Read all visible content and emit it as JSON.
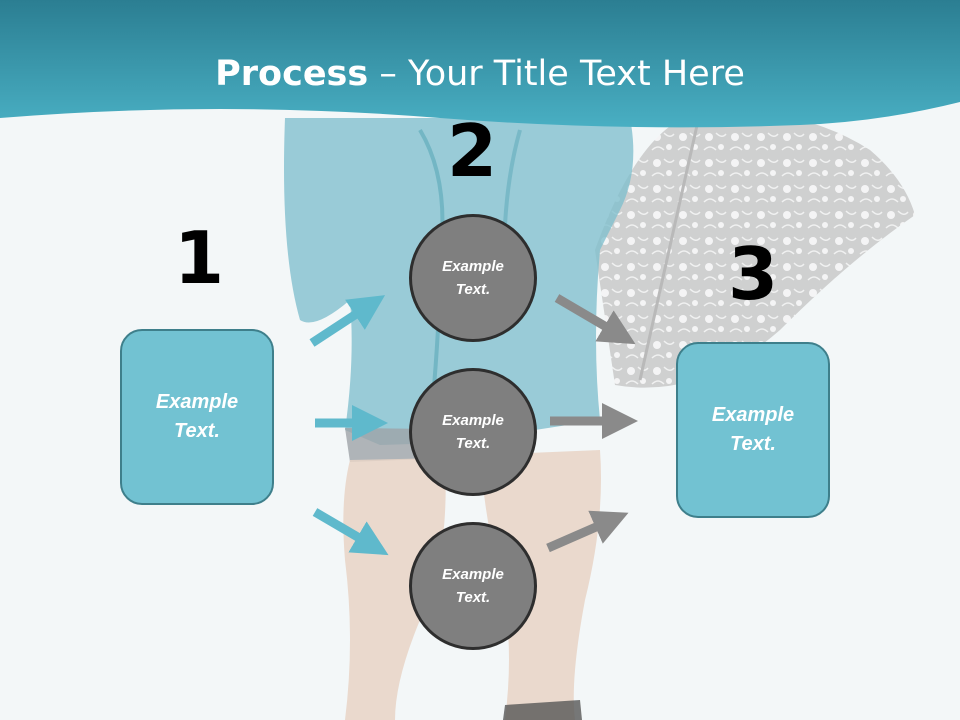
{
  "slide": {
    "title_bold": "Process",
    "title_rest": " – Your Title Text Here",
    "step_numbers": [
      "1",
      "2",
      "3"
    ],
    "left_box_text": "Example Text.",
    "right_box_text": "Example Text.",
    "circles": [
      {
        "text": "Example Text."
      },
      {
        "text": "Example Text."
      },
      {
        "text": "Example Text."
      }
    ]
  },
  "colors": {
    "header_teal": "#3aa0b5",
    "box_fill": "#72c2d2",
    "box_border": "#3e7f8b",
    "circle_fill": "#7f7f7f",
    "circle_border": "#2e2e2e",
    "arrow_teal": "#5fb9cc",
    "arrow_gray": "#8a8a8a"
  },
  "background_image": "woman-raincoat-umbrella-photo"
}
